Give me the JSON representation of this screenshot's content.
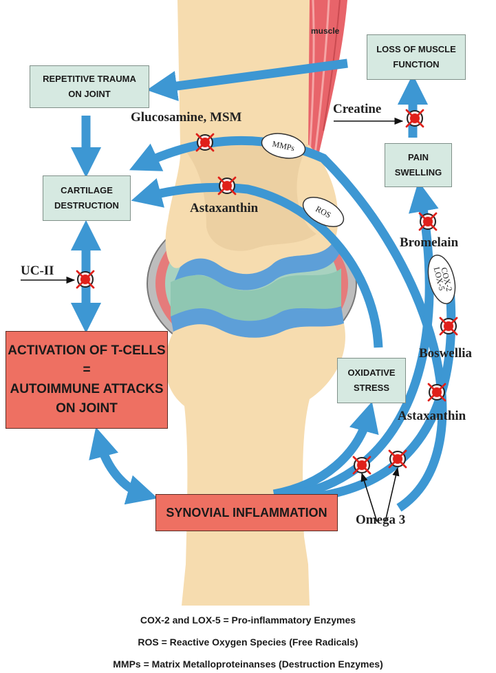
{
  "labels": {
    "muscle": "muscle",
    "repetitive_trauma": "REPETITIVE TRAUMA\nON JOINT",
    "cartilage_destruction": "CARTILAGE\nDESTRUCTION",
    "loss_muscle_function": "LOSS OF MUSCLE\nFUNCTION",
    "pain_swelling": "PAIN\nSWELLING",
    "oxidative_stress": "OXIDATIVE\nSTRESS",
    "tcell_activation": "ACTIVATION OF T-CELLS\n=\nAUTOIMMUNE ATTACKS\nON JOINT",
    "synovial_inflammation": "SYNOVIAL INFLAMMATION"
  },
  "agents": {
    "glucosamine_msm": "Glucosamine, MSM",
    "astaxanthin_top": "Astaxanthin",
    "creatine": "Creatine",
    "uc2": "UC-II",
    "bromelain": "Bromelain",
    "boswellia": "Boswellia",
    "astaxanthin_right": "Astaxanthin",
    "omega3": "Omega 3"
  },
  "bubbles": {
    "mmps": "MMPs",
    "ros": "ROS",
    "cox2": "COX-2",
    "lox5": "LOX-5"
  },
  "legend": [
    "COX-2 and LOX-5 = Pro-inflammatory Enzymes",
    "ROS = Reactive Oxygen Species (Free Radicals)",
    "MMPs = Matrix Metalloproteinanses (Destruction Enzymes)"
  ],
  "colors": {
    "arrow": "#3d97d3",
    "bone": "#f6dcaf",
    "cartilage": "#a8d2c0",
    "synovium": "#e57b7b",
    "muscle": "#e8646a",
    "box_green": "#d6e9e1",
    "box_red": "#ee7062",
    "block_mark": "#e0201a"
  }
}
